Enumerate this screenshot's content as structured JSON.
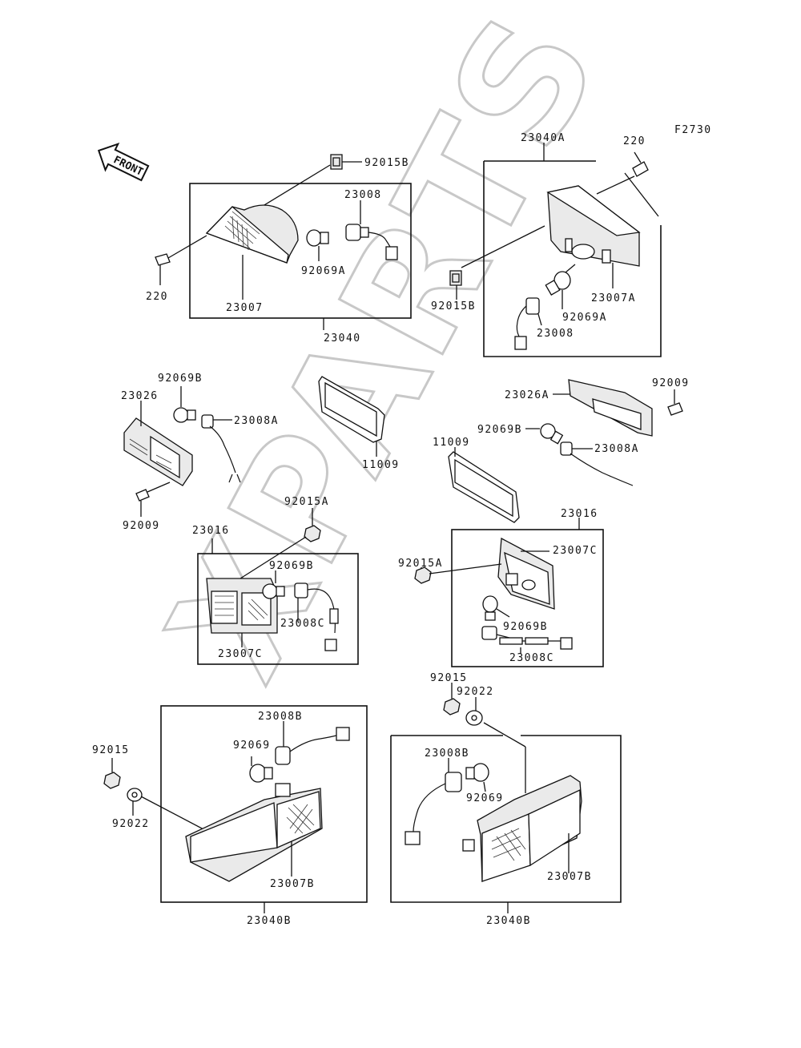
{
  "figure_code": "F2730",
  "front_label": "FRONT",
  "watermark": "XPARTS",
  "labels": {
    "l_92015b_1": "92015B",
    "l_23008_1": "23008",
    "l_220_1": "220",
    "l_92069a_1": "92069A",
    "l_23007": "23007",
    "l_23040": "23040",
    "l_23040a": "23040A",
    "l_220_2": "220",
    "l_92015b_2": "92015B",
    "l_23007a": "23007A",
    "l_92069a_2": "92069A",
    "l_23008_2": "23008",
    "l_92069b_1": "92069B",
    "l_23026": "23026",
    "l_23008a_1": "23008A",
    "l_92009_1": "92009",
    "l_11009_1": "11009",
    "l_23026a": "23026A",
    "l_92009_2": "92009",
    "l_92069b_2": "92069B",
    "l_23008a_2": "23008A",
    "l_11009_2": "11009",
    "l_92015a_1": "92015A",
    "l_23016_1": "23016",
    "l_92069b_3": "92069B",
    "l_23008c_1": "23008C",
    "l_23007c_1": "23007C",
    "l_23016_2": "23016",
    "l_23007c_2": "23007C",
    "l_92015a_2": "92015A",
    "l_92069b_4": "92069B",
    "l_23008c_2": "23008C",
    "l_92015_1": "92015",
    "l_92022_1": "92022",
    "l_23008b_1": "23008B",
    "l_92069_1": "92069",
    "l_92015_2": "92015",
    "l_92022_2": "92022",
    "l_23007b_1": "23007B",
    "l_23040b_1": "23040B",
    "l_23008b_2": "23008B",
    "l_92069_2": "92069",
    "l_23007b_2": "23007B",
    "l_23040b_2": "23040B"
  }
}
